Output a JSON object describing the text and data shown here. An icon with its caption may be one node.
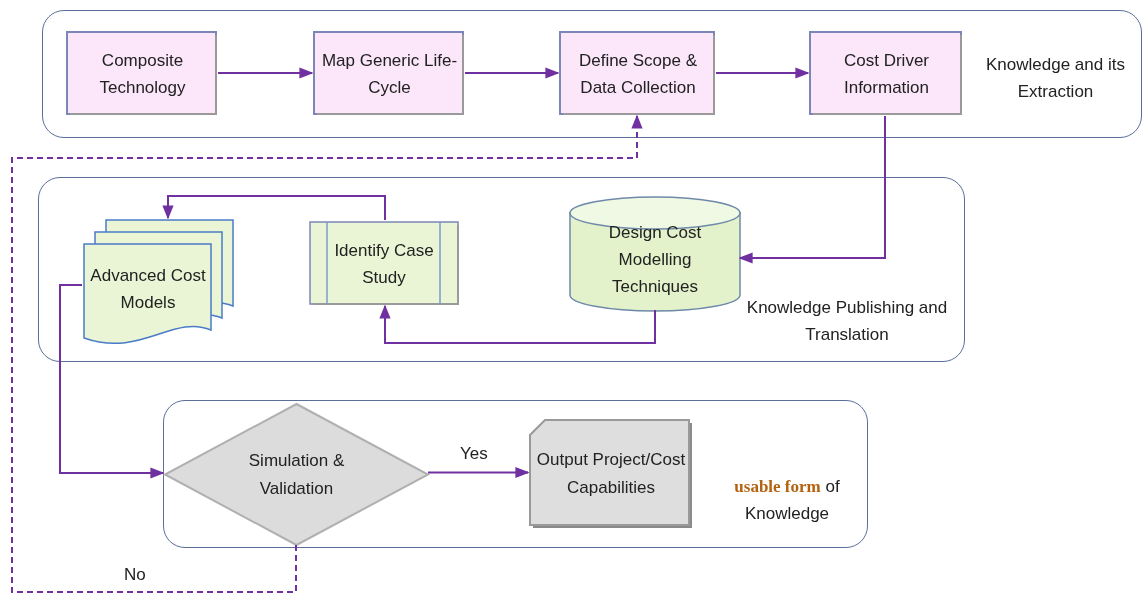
{
  "diagram": {
    "nodes": [
      {
        "text": [
          "Knowledge and its Extraction"
        ]
      },
      {
        "text": [
          "Composite Technology"
        ],
        "in": 0
      },
      {
        "text": [
          "Map Generic Life-Cycle"
        ],
        "in": 0
      },
      {
        "text": [
          "Define Scope & Data Collection"
        ],
        "in": 0
      },
      {
        "text": [
          "Cost Driver Information"
        ],
        "in": 0
      },
      {
        "text": [
          "Knowledge Publishing and Translation"
        ]
      },
      {
        "text": [
          "Advanced Cost Models"
        ],
        "in": 5
      },
      {
        "text": [
          "Identify Case Study"
        ],
        "in": 5
      },
      {
        "text": [
          "Design Cost Modelling Techniques"
        ],
        "in": 5
      },
      {
        "text": [
          "**usable form** of Knowledge"
        ]
      },
      {
        "text": [
          "Simulation & Validation"
        ],
        "in": 9
      },
      {
        "text": [
          "Output Project/Cost Capabilities"
        ],
        "in": 9
      }
    ],
    "edges": [
      {
        "from": 1,
        "to": 2,
        "arrow": "to"
      },
      {
        "from": 2,
        "to": 3,
        "arrow": "to"
      },
      {
        "from": 3,
        "to": 4,
        "arrow": "to"
      },
      {
        "from": 4,
        "to": 8,
        "arrow": "to"
      },
      {
        "from": 8,
        "to": 7,
        "arrow": "to"
      },
      {
        "from": 7,
        "to": 6,
        "arrow": "to"
      },
      {
        "from": 6,
        "to": 10,
        "arrow": "to"
      },
      {
        "from": 10,
        "to": 11,
        "arrow": "to",
        "label": "Yes"
      },
      {
        "from": 10,
        "to": 3,
        "arrow": "to",
        "label": "No",
        "style": "dashed"
      }
    ]
  }
}
